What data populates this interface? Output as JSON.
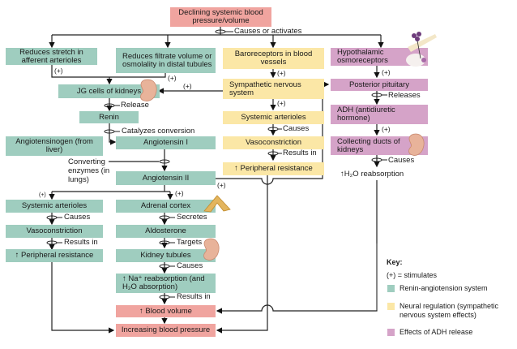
{
  "title_box": "Declining systemic blood pressure/volume",
  "connectors": {
    "causes_or_activates": "Causes or activates",
    "release": "Release",
    "catalyzes_conversion": "Catalyzes conversion",
    "converting_enzymes": "Converting enzymes (in lungs)",
    "causes": "Causes",
    "results_in": "Results in",
    "secretes": "Secretes",
    "targets": "Targets",
    "releases": "Releases",
    "plus": "(+)"
  },
  "renin_angiotensin": {
    "reduces_stretch": "Reduces stretch in afferent arterioles",
    "reduces_filtrate": "Reduces filtrate volume or osmolality in distal tubules",
    "jg_cells": "JG cells of kidneys",
    "renin": "Renin",
    "angiotensinogen": "Angiotensinogen (from liver)",
    "angiotensin_1": "Angiotensin I",
    "angiotensin_2": "Angiotensin II",
    "systemic_arterioles": "Systemic arterioles",
    "vasoconstriction": "Vasoconstriction",
    "peripheral_resistance": "↑ Peripheral resistance",
    "adrenal_cortex": "Adrenal cortex",
    "aldosterone": "Aldosterone",
    "kidney_tubules": "Kidney tubules",
    "na_reabsorption_line1": "↑ Na⁺ reabsorption (and",
    "na_reabsorption_line2": "H₂O absorption)"
  },
  "neural": {
    "baroreceptors": "Baroreceptors in blood vessels",
    "sympathetic": "Sympathetic nervous system",
    "systemic_arterioles": "Systemic arterioles",
    "vasoconstriction": "Vasoconstriction",
    "peripheral_resistance": "↑ Peripheral resistance"
  },
  "adh": {
    "hypothalamic": "Hypothalamic osmoreceptors",
    "posterior_pituitary": "Posterior pituitary",
    "adh_hormone": "ADH (antidiuretic hormone)",
    "collecting_ducts": "Collecting ducts of kidneys",
    "h2o_reabsorption": "↑H₂O reabsorption"
  },
  "outcomes": {
    "blood_volume": "↑ Blood volume",
    "increasing_bp": "Increasing blood pressure"
  },
  "key": {
    "title": "Key:",
    "plus_meaning": "(+) = stimulates",
    "items": [
      {
        "label": "Renin-angiotension system",
        "color": "#9fcdbf"
      },
      {
        "label": "Neural regulation (sympathetic nervous system effects)",
        "color": "#fbe7a6"
      },
      {
        "label": "Effects of ADH release",
        "color": "#d5a3c8"
      }
    ]
  },
  "colors": {
    "renin": "#9fcdbf",
    "neural": "#fbe7a6",
    "adh": "#d5a3c8",
    "outcome": "#f0a49f"
  }
}
